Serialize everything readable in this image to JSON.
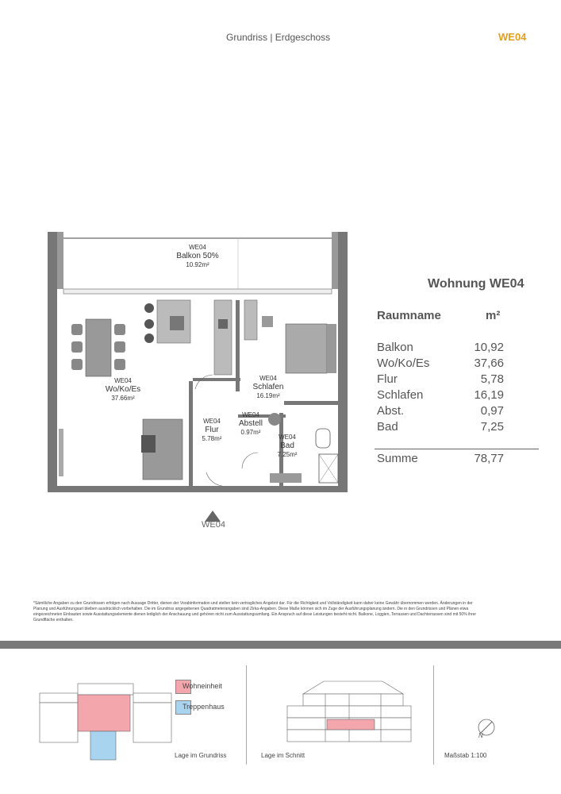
{
  "header": {
    "title": "Grundriss | Erdgeschoss",
    "unit_code": "WE04"
  },
  "plan": {
    "entrance_label": "WE04",
    "rooms": [
      {
        "id": "WE04",
        "name": "Balkon 50%",
        "area": "10.92m²"
      },
      {
        "id": "WE04",
        "name": "Wo/Ko/Es",
        "area": "37.66m²"
      },
      {
        "id": "WE04",
        "name": "Schlafen",
        "area": "16.19m²"
      },
      {
        "id": "WE04",
        "name": "Flur",
        "area": "5.78m²"
      },
      {
        "id": "WE04",
        "name": "Abstell",
        "area": "0.97m²"
      },
      {
        "id": "WE04",
        "name": "Bad",
        "area": "7.25m²"
      }
    ]
  },
  "table": {
    "title": "Wohnung WE04",
    "col_name": "Raumname",
    "col_unit": "m²",
    "rows": [
      {
        "name": "Balkon",
        "value": "10,92"
      },
      {
        "name": "Wo/Ko/Es",
        "value": "37,66"
      },
      {
        "name": "Flur",
        "value": "5,78"
      },
      {
        "name": "Schlafen",
        "value": "16,19"
      },
      {
        "name": "Abst.",
        "value": "0,97"
      },
      {
        "name": "Bad",
        "value": "7,25"
      }
    ],
    "sum_label": "Summe",
    "sum_value": "78,77"
  },
  "disclaimer": "*Sämtliche Angaben zu den Grundrissen erfolgen nach Aussage Dritter, dienen der Vorabinformation und stellen kein vertragliches Angebot dar. Für die Richtigkeit und Vollständigkeit kann daher keine Gewähr übernommen werden. Änderungen in der Planung und Ausführungsart bleiben ausdrücklich vorbehalten. Die im Grundriss angegebenen Quadratmeterangaben sind Zirka-Angaben. Diese Maße können sich im Zuge der Ausführungsplanung ändern. Die in den Grundrissen und Plänen etwa eingezeichneten Einbauten sowie Ausstattungselemente dienen lediglich der Anschauung und gehören nicht zum Ausstattungsumfang. Ein Anspruch auf diese Leistungen besteht nicht. Balkone, Loggien, Terrassen und Dachterrassen sind mit 50% ihrer Grundfläche enthalten.",
  "legend": {
    "unit_label": "Wohneinheit",
    "stair_label": "Treppenhaus",
    "unit_color": "#f4a6ad",
    "stair_color": "#a9d4ef"
  },
  "captions": {
    "floorplan": "Lage im Grundriss",
    "section": "Lage im Schnitt",
    "scale": "Maßstab 1:100",
    "north": "N"
  }
}
